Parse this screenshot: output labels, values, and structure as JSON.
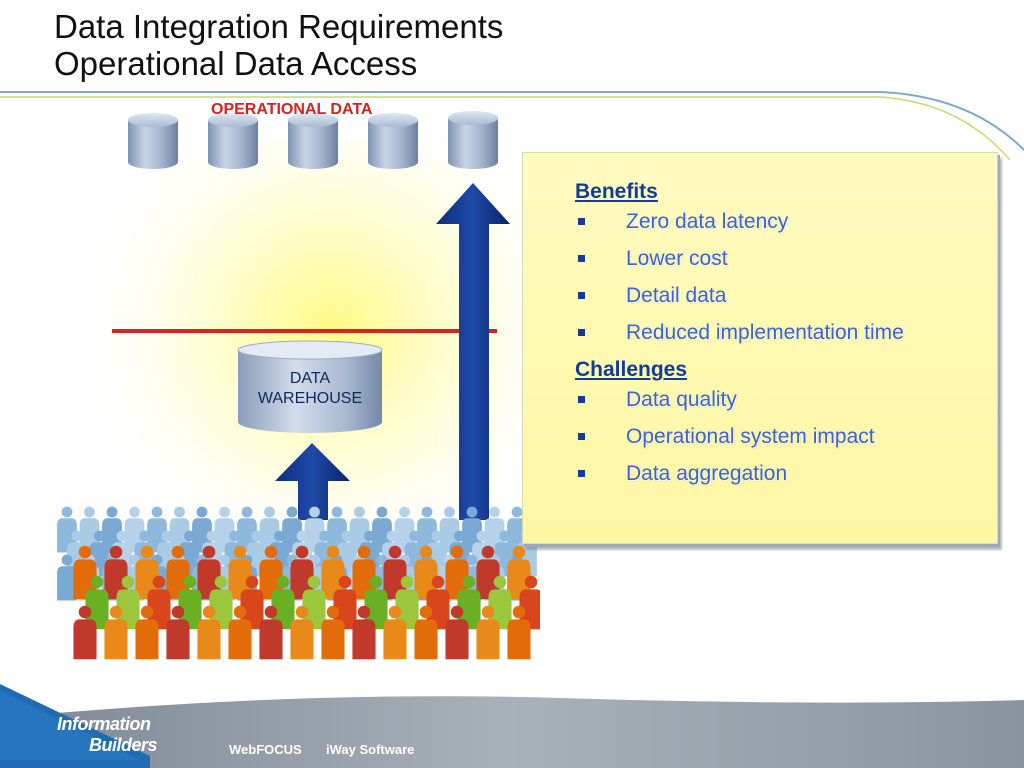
{
  "title": {
    "line1": "Data Integration Requirements",
    "line2": "Operational Data Access"
  },
  "diagram": {
    "operational_label": "OPERATIONAL DATA",
    "warehouse_line1": "DATA",
    "warehouse_line2": "WAREHOUSE",
    "database_count": 5,
    "divider_color": "#d8231f",
    "arrow_color": "#0a2a7a"
  },
  "panel": {
    "benefits_heading": "Benefits",
    "benefits": [
      "Zero data latency",
      "Lower cost",
      "Detail data",
      "Reduced implementation time"
    ],
    "challenges_heading": "Challenges",
    "challenges": [
      "Data quality",
      "Operational system impact",
      "Data aggregation"
    ],
    "background_color": "#fff9b4",
    "heading_color": "#123c9b",
    "item_color": "#3b63c9"
  },
  "footer": {
    "logo_line1": "Information",
    "logo_line2": "Builders",
    "product1": "WebFOCUS",
    "product2": "iWay Software",
    "band_color": "#9aa3ad",
    "accent_color": "#1f6cb5"
  }
}
